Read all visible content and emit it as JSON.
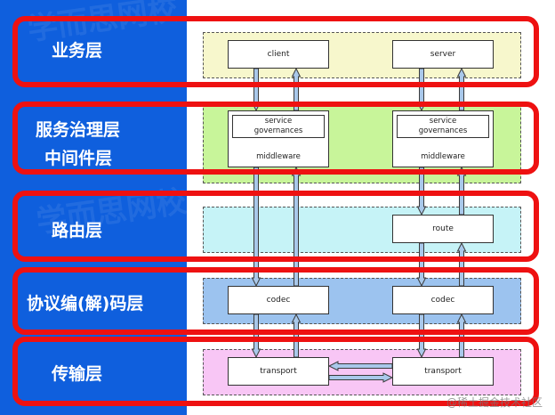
{
  "layers": [
    {
      "name": "业务层"
    },
    {
      "name": "服务治理层",
      "name2": "中间件层"
    },
    {
      "name": "路由层"
    },
    {
      "name": "协议编(解)码层"
    },
    {
      "name": "传输层"
    }
  ],
  "nodes": {
    "client": "client",
    "server": "server",
    "left_governance": "service\ngovernances",
    "right_governance": "service\ngovernances",
    "left_middleware": "middleware",
    "right_middleware": "middleware",
    "route": "route",
    "left_codec": "codec",
    "right_codec": "codec",
    "left_transport": "transport",
    "right_transport": "transport"
  },
  "watermark": "@稀土掘金技术社区",
  "colors": {
    "background": "#0f5fdd",
    "frame": "#ee1111",
    "band_business": "#f7f7cc",
    "band_middleware": "#c8f59a",
    "band_route": "#c6f3f7",
    "band_codec": "#9cc3ef",
    "band_transport": "#f8c6f5",
    "arrow_fill": "#a9c8ea",
    "arrow_stroke": "#3a3a3a"
  }
}
